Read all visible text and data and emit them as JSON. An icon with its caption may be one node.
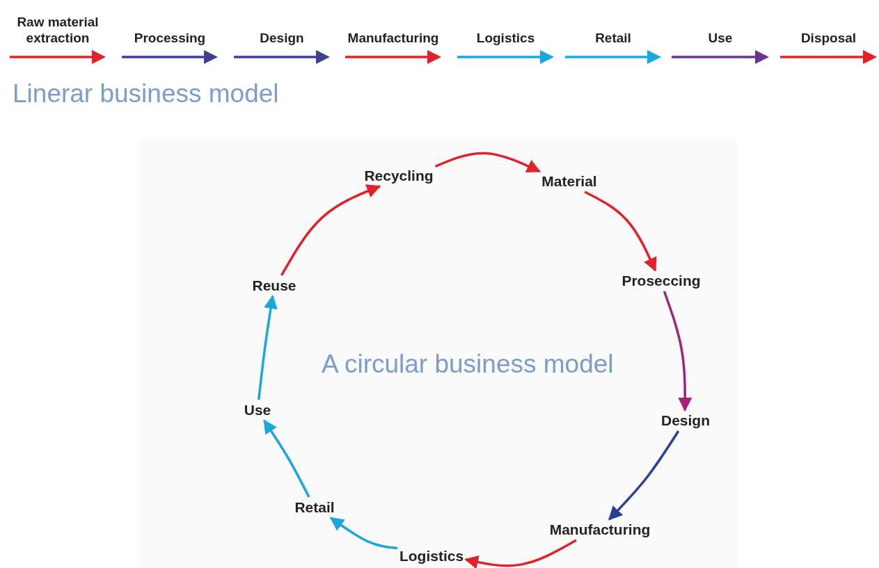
{
  "diagram": {
    "nodes": [
      {
        "text": [
          "Recycling"
        ]
      },
      {
        "text": [
          "Material"
        ]
      },
      {
        "text": [
          "Proseccing"
        ]
      },
      {
        "text": [
          "Design"
        ]
      },
      {
        "text": [
          "Manufacturing"
        ]
      },
      {
        "text": [
          "Logistics"
        ]
      },
      {
        "text": [
          "Retail"
        ]
      },
      {
        "text": [
          "Use"
        ]
      },
      {
        "text": [
          "Reuse"
        ]
      }
    ],
    "edges": [
      {
        "from": 0,
        "to": 1,
        "arrow": "to",
        "color": "#e3212b"
      },
      {
        "from": 1,
        "to": 2,
        "arrow": "to",
        "color": "#e3212b"
      },
      {
        "from": 2,
        "to": 3,
        "arrow": "to",
        "color": "#a3237a"
      },
      {
        "from": 3,
        "to": 4,
        "arrow": "to",
        "color": "#2a3f98"
      },
      {
        "from": 4,
        "to": 5,
        "arrow": "to",
        "color": "#e3212b"
      },
      {
        "from": 5,
        "to": 6,
        "arrow": "to",
        "color": "#1aa7df"
      },
      {
        "from": 6,
        "to": 7,
        "arrow": "to",
        "color": "#1aa7df"
      },
      {
        "from": 7,
        "to": 8,
        "arrow": "to",
        "color": "#1aa7df"
      },
      {
        "from": 8,
        "to": 0,
        "arrow": "to",
        "color": "#e3212b"
      }
    ],
    "labels": [
      "Raw material extraction",
      "Processing",
      "Design",
      "Manufacturing",
      "Logistics",
      "Retail",
      "Use",
      "Disposal",
      "Linerar business model",
      "A circular business model"
    ]
  }
}
